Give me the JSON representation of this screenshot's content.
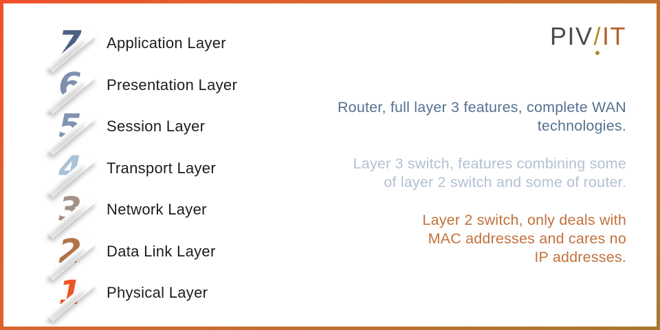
{
  "frame": {
    "border_gradient_start": "#f0512b",
    "border_gradient_end": "#a5782e",
    "background": "#ffffff"
  },
  "logo": {
    "part_pi": "PI",
    "part_v": "V",
    "slash": "/",
    "part_it": "IT",
    "color_dark": "#4b4c4e",
    "color_gold": "#b08b2d",
    "color_copper": "#b65f2b"
  },
  "osi": {
    "layers": [
      {
        "number": "7",
        "label": "Application Layer",
        "color": "#4d6183"
      },
      {
        "number": "6",
        "label": "Presentation Layer",
        "color": "#7e90ad"
      },
      {
        "number": "5",
        "label": "Session Layer",
        "color": "#8093b1"
      },
      {
        "number": "4",
        "label": "Transport Layer",
        "color": "#a9c2d8"
      },
      {
        "number": "3",
        "label": "Network Layer",
        "color": "#a29287"
      },
      {
        "number": "2",
        "label": "Data Link Layer",
        "color": "#b1744a"
      },
      {
        "number": "1",
        "label": "Physical Layer",
        "color": "#ee5526"
      }
    ]
  },
  "annotations": {
    "blocks": [
      {
        "lines": [
          "Router, full layer 3 features, complete WAN",
          "technologies."
        ],
        "color": "#55718f"
      },
      {
        "lines": [
          "Layer 3 switch, features combining some",
          "of layer 2 switch and some of router."
        ],
        "color": "#b3c1d4"
      },
      {
        "lines": [
          "Layer 2 switch, only deals with",
          "MAC addresses and cares no",
          "IP addresses."
        ],
        "color": "#c2713c"
      }
    ]
  }
}
